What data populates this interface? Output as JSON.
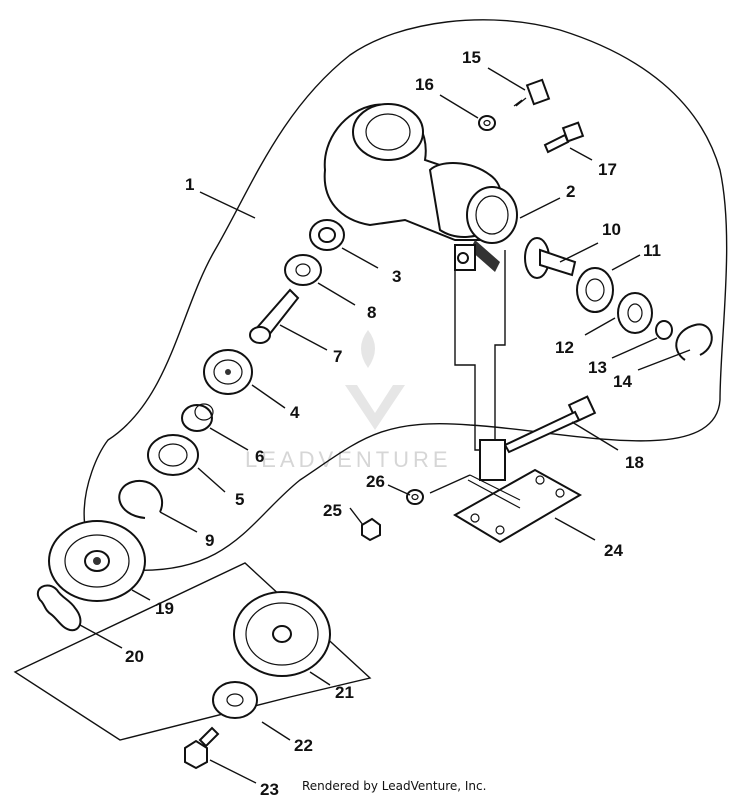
{
  "callouts": [
    {
      "id": "1",
      "label": "1"
    },
    {
      "id": "2",
      "label": "2"
    },
    {
      "id": "3",
      "label": "3"
    },
    {
      "id": "4",
      "label": "4"
    },
    {
      "id": "5",
      "label": "5"
    },
    {
      "id": "6",
      "label": "6"
    },
    {
      "id": "7",
      "label": "7"
    },
    {
      "id": "8",
      "label": "8"
    },
    {
      "id": "9",
      "label": "9"
    },
    {
      "id": "10",
      "label": "10"
    },
    {
      "id": "11",
      "label": "11"
    },
    {
      "id": "12",
      "label": "12"
    },
    {
      "id": "13",
      "label": "13"
    },
    {
      "id": "14",
      "label": "14"
    },
    {
      "id": "15",
      "label": "15"
    },
    {
      "id": "16",
      "label": "16"
    },
    {
      "id": "17",
      "label": "17"
    },
    {
      "id": "18",
      "label": "18"
    },
    {
      "id": "19",
      "label": "19"
    },
    {
      "id": "20",
      "label": "20"
    },
    {
      "id": "21",
      "label": "21"
    },
    {
      "id": "22",
      "label": "22"
    },
    {
      "id": "23",
      "label": "23"
    },
    {
      "id": "24",
      "label": "24"
    },
    {
      "id": "25",
      "label": "25"
    },
    {
      "id": "26",
      "label": "26"
    }
  ],
  "credit": "Rendered by LeadVenture, Inc.",
  "watermark": "LEADVENTURE",
  "colors": {
    "ink": "#111111",
    "watermark": "#d6d6d6",
    "background": "#ffffff"
  }
}
